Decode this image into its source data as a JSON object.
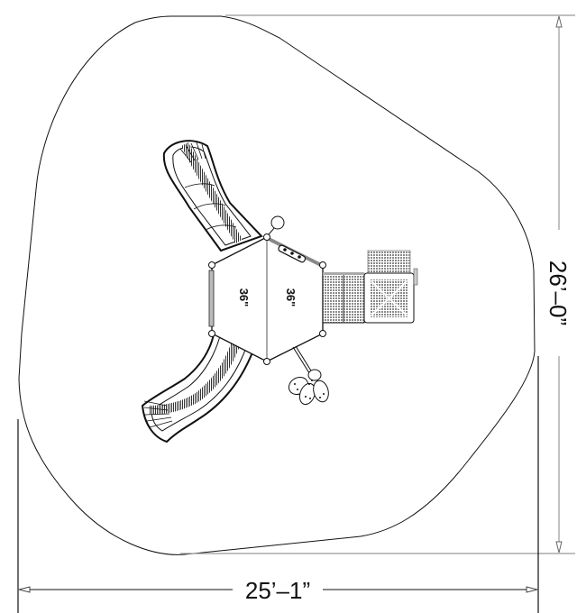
{
  "drawing": {
    "type": "playground site plan (top view)",
    "background": "#ffffff",
    "line_color": "#111111",
    "dim_line_color": "#999999"
  },
  "dimensions": {
    "width_label": "25’–1”",
    "height_label": "26’–0”"
  },
  "platforms": [
    {
      "id": "deck-left",
      "height_label": "36\""
    },
    {
      "id": "deck-right",
      "height_label": "36\""
    }
  ],
  "components": {
    "slide_upper": "curved slide (upper-left)",
    "slide_lower": "curved slide (lower-left)",
    "steering_wheel": "panel on upper-right deck edge",
    "step_platform": "textured step deck (right)",
    "climber_block": "textured block with X (far right)",
    "leaf_climber": "leaf-shaped stepping climber (below deck)",
    "post_ball": "post cap (top)"
  }
}
